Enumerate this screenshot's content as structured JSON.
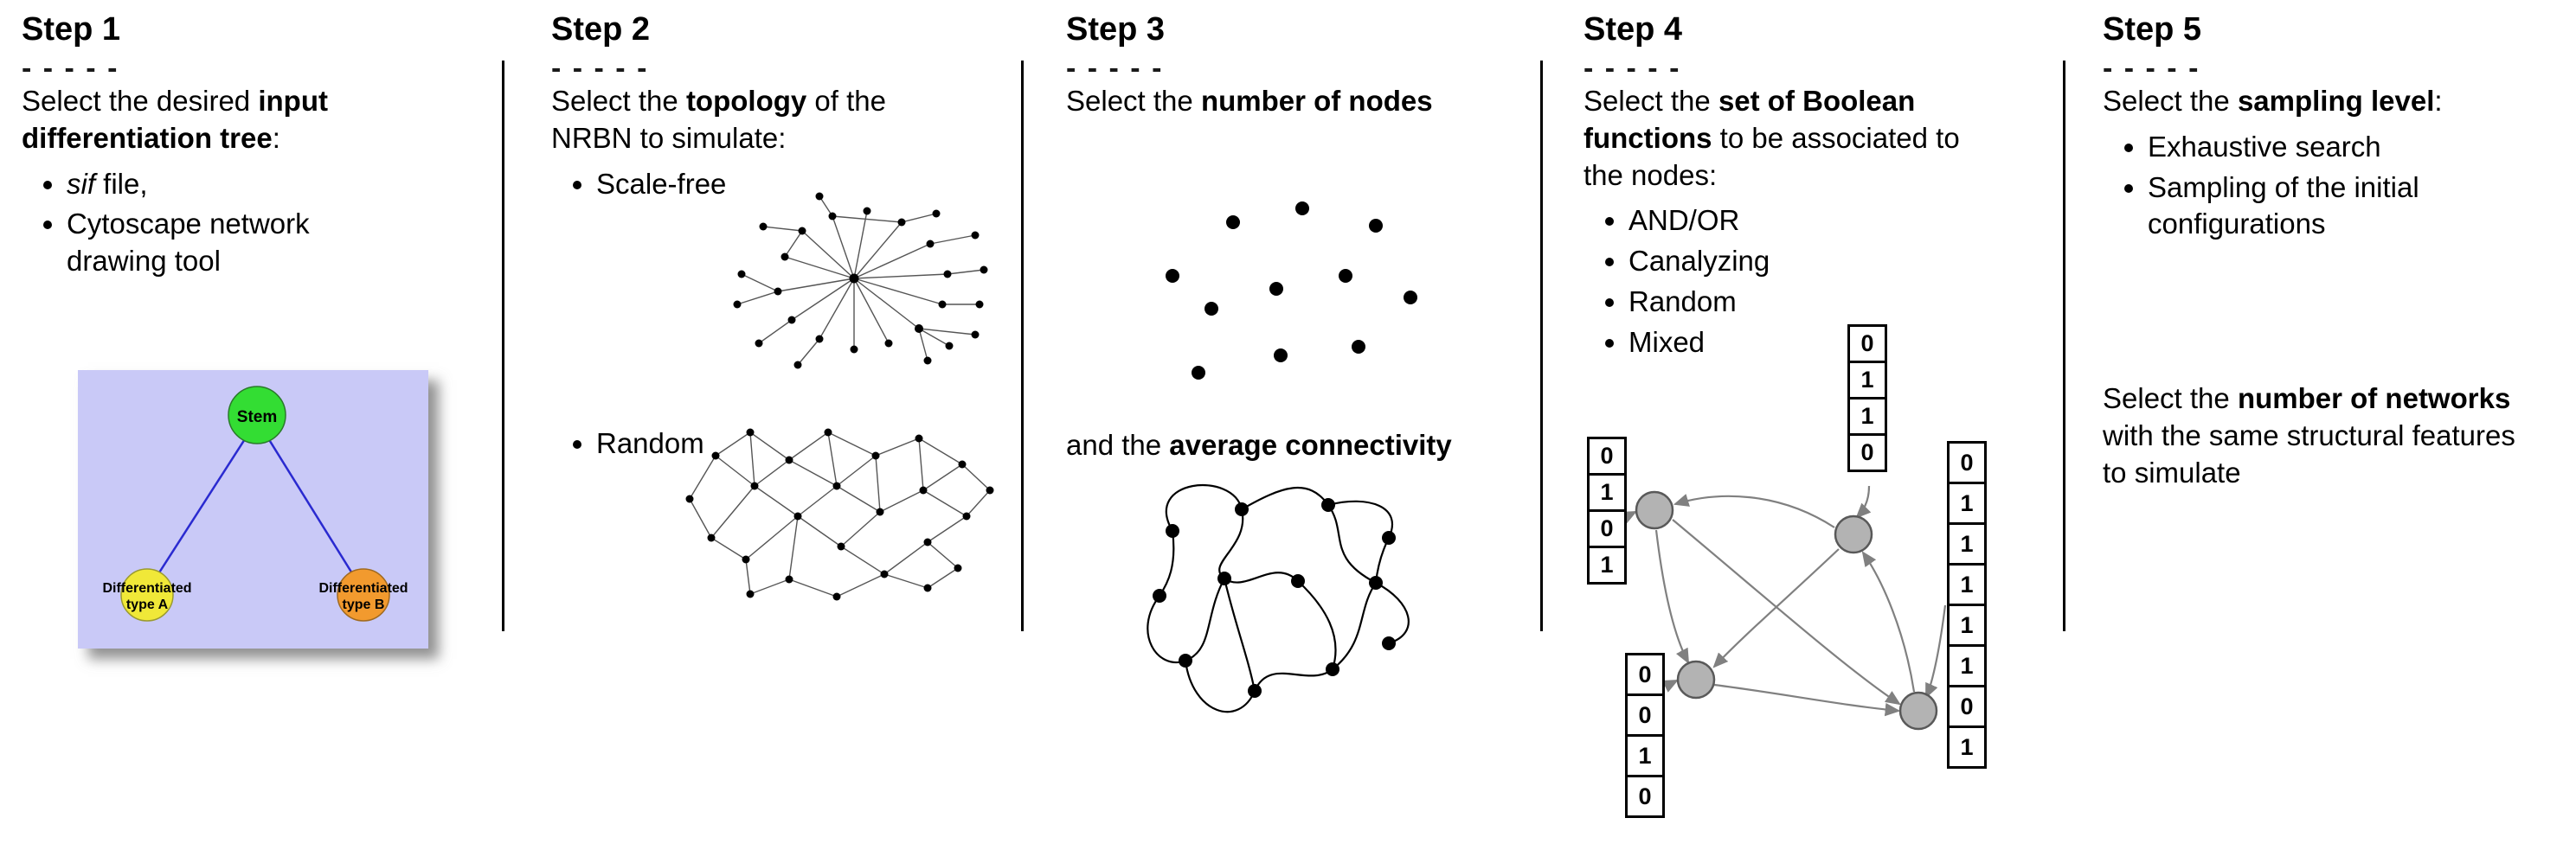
{
  "figure": {
    "background": "#ffffff",
    "divider_color": "#000000"
  },
  "step1": {
    "title": "Step 1",
    "dashes": "- - - - -",
    "intro_pre": "Select the desired ",
    "intro_bold": "input differentiation tree",
    "intro_post": ":",
    "bullet1_italic": "sif",
    "bullet1_rest": " file,",
    "bullet2": "Cytoscape network drawing tool",
    "tree": {
      "background": "#c9c9f7",
      "edge_color": "#2a2ad0",
      "stem": {
        "label": "Stem",
        "color": "#33dd33"
      },
      "type_a": {
        "label_line1": "Differentiated",
        "label_line2": "type A",
        "color": "#f0e838"
      },
      "type_b": {
        "label_line1": "Differentiated",
        "label_line2": "type B",
        "color": "#f29a2e"
      }
    }
  },
  "step2": {
    "title": "Step 2",
    "dashes": "- - - - -",
    "intro_pre": "Select the ",
    "intro_bold": "topology",
    "intro_post": " of the NRBN to simulate:",
    "bullet1": "Scale-free",
    "bullet2": "Random"
  },
  "step3": {
    "title": "Step 3",
    "dashes": "- - - - -",
    "intro_pre": "Select the ",
    "intro_bold": "number of nodes",
    "second_pre": "and the ",
    "second_bold": "average connectivity"
  },
  "step4": {
    "title": "Step 4",
    "dashes": "- - - - -",
    "intro_pre": "Select the ",
    "intro_bold": "set of Boolean functions",
    "intro_post": " to be associated to the nodes:",
    "bullets": [
      "AND/OR",
      "Canalyzing",
      "Random",
      "Mixed"
    ],
    "tables": {
      "top": [
        "0",
        "1",
        "1",
        "0"
      ],
      "left": [
        "0",
        "1",
        "0",
        "1"
      ],
      "bottom_left": [
        "0",
        "0",
        "1",
        "0"
      ],
      "right": [
        "0",
        "1",
        "1",
        "1",
        "1",
        "1",
        "0",
        "1"
      ]
    }
  },
  "step5": {
    "title": "Step 5",
    "dashes": "- - - - -",
    "intro_pre": "Select the ",
    "intro_bold": "sampling level",
    "intro_post": ":",
    "bullet1": "Exhaustive search",
    "bullet2": "Sampling of the initial configurations",
    "second_pre": "Select the ",
    "second_bold": "number of networks",
    "second_post": " with the same structural features to simulate"
  }
}
